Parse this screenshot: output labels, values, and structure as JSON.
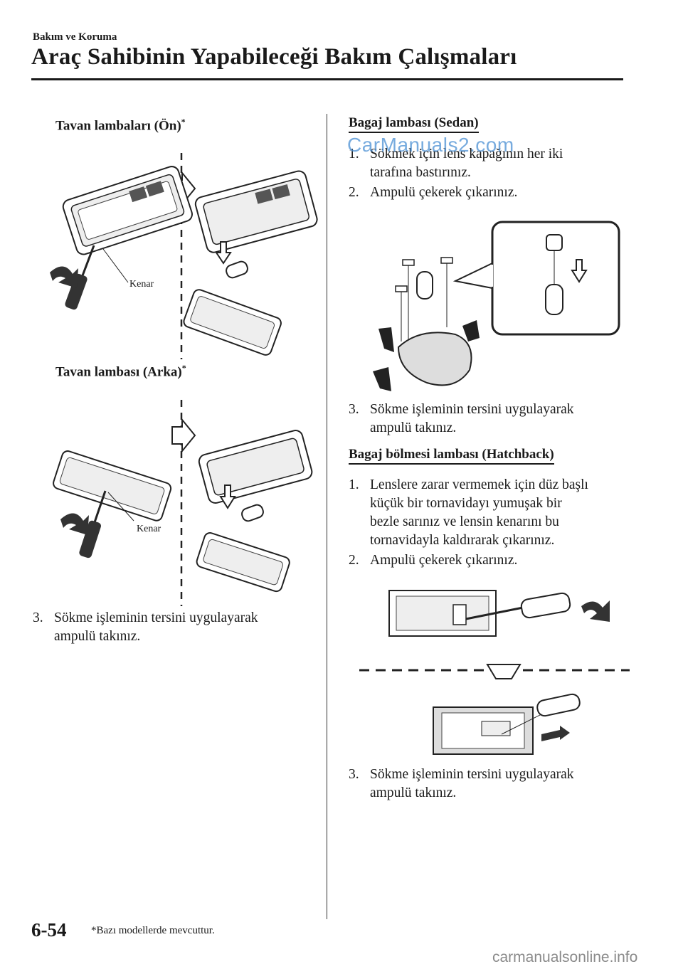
{
  "header": {
    "section": "Bakım ve Koruma",
    "title": "Araç Sahibinin Yapabileceği Bakım Çalışmaları"
  },
  "left": {
    "front_heading": "Tavan lambaları (Ön)",
    "front_mark": "*",
    "front_label": "Kenar",
    "rear_heading": "Tavan lambası (Arka)",
    "rear_mark": "*",
    "rear_label": "Kenar",
    "step3": {
      "num": "3.",
      "line1": "Sökme işleminin tersini uygulayarak",
      "line2": "ampulü takınız."
    }
  },
  "right": {
    "sedan_heading": "Bagaj lambası (Sedan)",
    "sedan_steps": [
      {
        "num": "1.",
        "line1": "Sökmek için lens kapağının her iki",
        "line2": "tarafına bastırınız."
      },
      {
        "num": "2.",
        "line1": "Ampulü çekerek çıkarınız.",
        "line2": ""
      },
      {
        "num": "3.",
        "line1": "Sökme işleminin tersini uygulayarak",
        "line2": "ampulü takınız."
      }
    ],
    "hatch_heading": "Bagaj bölmesi lambası (Hatchback)",
    "hatch_step1": {
      "num": "1.",
      "line1": "Lenslere zarar vermemek için düz başlı",
      "line2": "küçük bir tornavidayı yumuşak bir",
      "line3": "bezle sarınız ve lensin kenarını bu",
      "line4": "tornavidayla kaldırarak çıkarınız."
    },
    "hatch_step2": {
      "num": "2.",
      "line1": "Ampulü çekerek çıkarınız."
    },
    "hatch_step3": {
      "num": "3.",
      "line1": "Sökme işleminin tersini uygulayarak",
      "line2": "ampulü takınız."
    }
  },
  "footer": {
    "page_number": "6-54",
    "footnote": "*Bazı modellerde mevcuttur."
  },
  "watermarks": {
    "top": "CarManuals2.com",
    "bottom": "carmanualsonline.info",
    "top_color": "#4a8fd4"
  },
  "icons": [
    "screwdriver-icon",
    "pry-arrow-icon",
    "push-arrow-icon",
    "bulb-icon",
    "dashed-divider"
  ]
}
